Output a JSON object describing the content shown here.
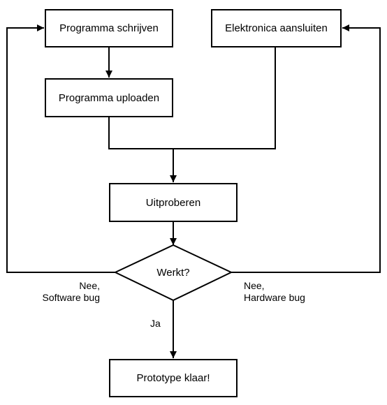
{
  "nodes": {
    "write_program": "Programma schrijven",
    "connect_electronics": "Elektronica aansluiten",
    "upload_program": "Programma uploaden",
    "try_out": "Uitproberen",
    "decision": "Werkt?",
    "done": "Prototype klaar!"
  },
  "edge_labels": {
    "software_bug_line1": "Nee,",
    "software_bug_line2": "Software bug",
    "hardware_bug_line1": "Nee,",
    "hardware_bug_line2": "Hardware bug",
    "yes": "Ja"
  }
}
